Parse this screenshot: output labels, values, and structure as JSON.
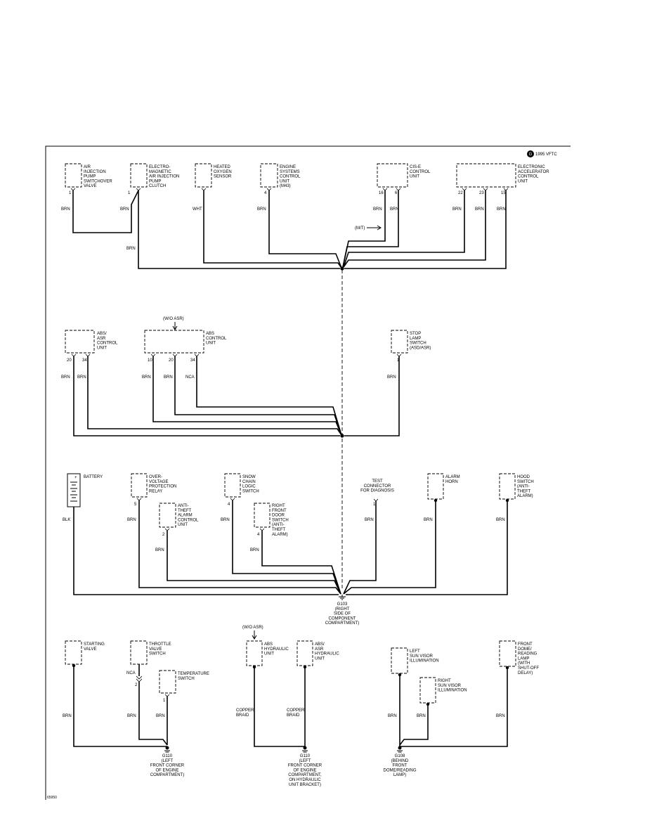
{
  "header": {
    "logo": "G",
    "model": "1995 VFTC"
  },
  "footer": {
    "figure_id": "65950"
  },
  "section1": {
    "comp_air_pump_switchover": [
      "AIR",
      "INJECTION",
      "PUMP",
      "SWITCHOVER",
      "VALVE"
    ],
    "comp_em_air_pump_clutch": [
      "ELECTRO-",
      "MAGNETIC",
      "AIR INJECTION",
      "PUMP",
      "CLUTCH"
    ],
    "comp_heated_o2": [
      "HEATED",
      "OXYGEN",
      "SENSOR"
    ],
    "comp_engine_systems": [
      "ENGINE",
      "SYSTEMS",
      "CONTROL",
      "UNIT",
      "(M43)"
    ],
    "comp_cise": [
      "CIS-E",
      "CONTROL",
      "UNIT"
    ],
    "comp_accel": [
      "ELECTRONIC",
      "ACCELERATOR",
      "CONTROL",
      "UNIT"
    ],
    "pins": {
      "p_air": "1",
      "p_em": "1",
      "p_eng": "4",
      "p_cise_a": "16",
      "p_cise_b": "6",
      "p_acc_a": "22",
      "p_acc_b": "23",
      "p_acc_c": "15"
    },
    "wires": {
      "w_air": "BRN",
      "w_em": "BRN",
      "w_o2": "WHT",
      "w_eng": "BRN",
      "w_cise_a": "BRN",
      "w_cise_b": "BRN",
      "w_acc_a": "BRN",
      "w_acc_b": "BRN",
      "w_acc_c": "BRN",
      "w_trunk": "BRN"
    },
    "note_mt": "(M/T)"
  },
  "section2": {
    "note_wo_asr": "(W/O ASR)",
    "comp_abs_asr": [
      "ABS/",
      "ASR",
      "CONTROL",
      "UNIT"
    ],
    "comp_abs": [
      "ABS",
      "CONTROL",
      "UNIT"
    ],
    "comp_stop_lamp": [
      "STOP",
      "LAMP",
      "SWITCH",
      "(ASD/ASR)"
    ],
    "pins": {
      "p_asr_a": "20",
      "p_asr_b": "34",
      "p_abs_a": "10",
      "p_abs_b": "20",
      "p_abs_c": "34",
      "p_stop": "1"
    },
    "wires": {
      "w_asr_a": "BRN",
      "w_asr_b": "BRN",
      "w_abs_a": "BRN",
      "w_abs_b": "BRN",
      "w_abs_c": "NCA",
      "w_stop": "BRN"
    }
  },
  "section3": {
    "comp_battery": [
      "BATTERY"
    ],
    "comp_overvoltage": [
      "OVER-",
      "VOLTAGE",
      "PROTECTION",
      "RELAY"
    ],
    "comp_antitheft": [
      "ANTI-",
      "THEFT",
      "ALARM",
      "CONTROL",
      "UNIT"
    ],
    "comp_snow_chain": [
      "SNOW",
      "CHAIN",
      "LOGIC",
      "SWITCH"
    ],
    "comp_front_door": [
      "RIGHT",
      "FRONT",
      "DOOR",
      "SWITCH",
      "(ANTI-",
      "THEFT",
      "ALARM)"
    ],
    "comp_test_conn": [
      "TEST",
      "CONNECTOR",
      "FOR DIAGNOSIS"
    ],
    "comp_alarm_horn": [
      "ALARM",
      "HORN"
    ],
    "comp_hood": [
      "HOOD",
      "SWITCH",
      "(ANTI-",
      "THEFT",
      "ALARM)"
    ],
    "pins": {
      "p_ovr": "5",
      "p_ant": "2",
      "p_snow": "4",
      "p_door": "4",
      "p_test": "1"
    },
    "wires": {
      "w_batt": "BLK",
      "w_ovr": "BRN",
      "w_ant": "BRN",
      "w_snow": "BRN",
      "w_door": "BRN",
      "w_test": "BRN",
      "w_horn": "BRN",
      "w_hood": "BRN"
    },
    "ground": [
      "G103",
      "(RIGHT",
      "SIDE OF",
      "COMPONENT",
      "COMPARTMENT)"
    ]
  },
  "section4": {
    "note_wo_asr": "(W/O ASR)",
    "comp_starting_valve": [
      "STARTING",
      "VALVE"
    ],
    "comp_throttle": [
      "THROTTLE",
      "VALVE",
      "SWITCH"
    ],
    "comp_temp": [
      "TEMPERATURE",
      "SWITCH"
    ],
    "comp_abs_hyd": [
      "ABS",
      "HYDRAULIC",
      "UNIT"
    ],
    "comp_asr_hyd": [
      "ABS/",
      "ASR",
      "HYDRAULIC",
      "UNIT"
    ],
    "comp_left_visor": [
      "LEFT",
      "SUN VISOR",
      "ILLUMINATION"
    ],
    "comp_right_visor": [
      "RIGHT",
      "SUN VISOR",
      "ILLUMINATION"
    ],
    "comp_dome": [
      "FRONT",
      "DOME/",
      "READING",
      "LAMP",
      "(WITH",
      "SHUT-OFF",
      "DELAY)"
    ],
    "pins": {
      "p_thr": "2",
      "p_temp": "1"
    },
    "wires": {
      "w_start": "BRN",
      "w_thr_nca": "NCA",
      "w_thr": "BRN",
      "w_temp": "BRN",
      "w_abs_hyd": [
        "COPPER",
        "BRAID"
      ],
      "w_asr_hyd": [
        "COPPER",
        "BRAID"
      ],
      "w_lvis": "BRN",
      "w_rvis": "BRN",
      "w_dome": "BRN"
    },
    "ground_g110": [
      "G110",
      "(LEFT",
      "FRONT CORNER",
      "OF ENGINE",
      "COMPARTMENT)"
    ],
    "ground_g110b": [
      "G110",
      "(LEFT",
      "FRONT CORNER",
      "OF ENGINE",
      "COMPARTMENT,",
      "ON HYDRAULIC",
      "UNIT BRACKET)"
    ],
    "ground_g108": [
      "G108",
      "(BEHIND",
      "FRONT",
      "DOME/READING",
      "LAMP)"
    ]
  }
}
